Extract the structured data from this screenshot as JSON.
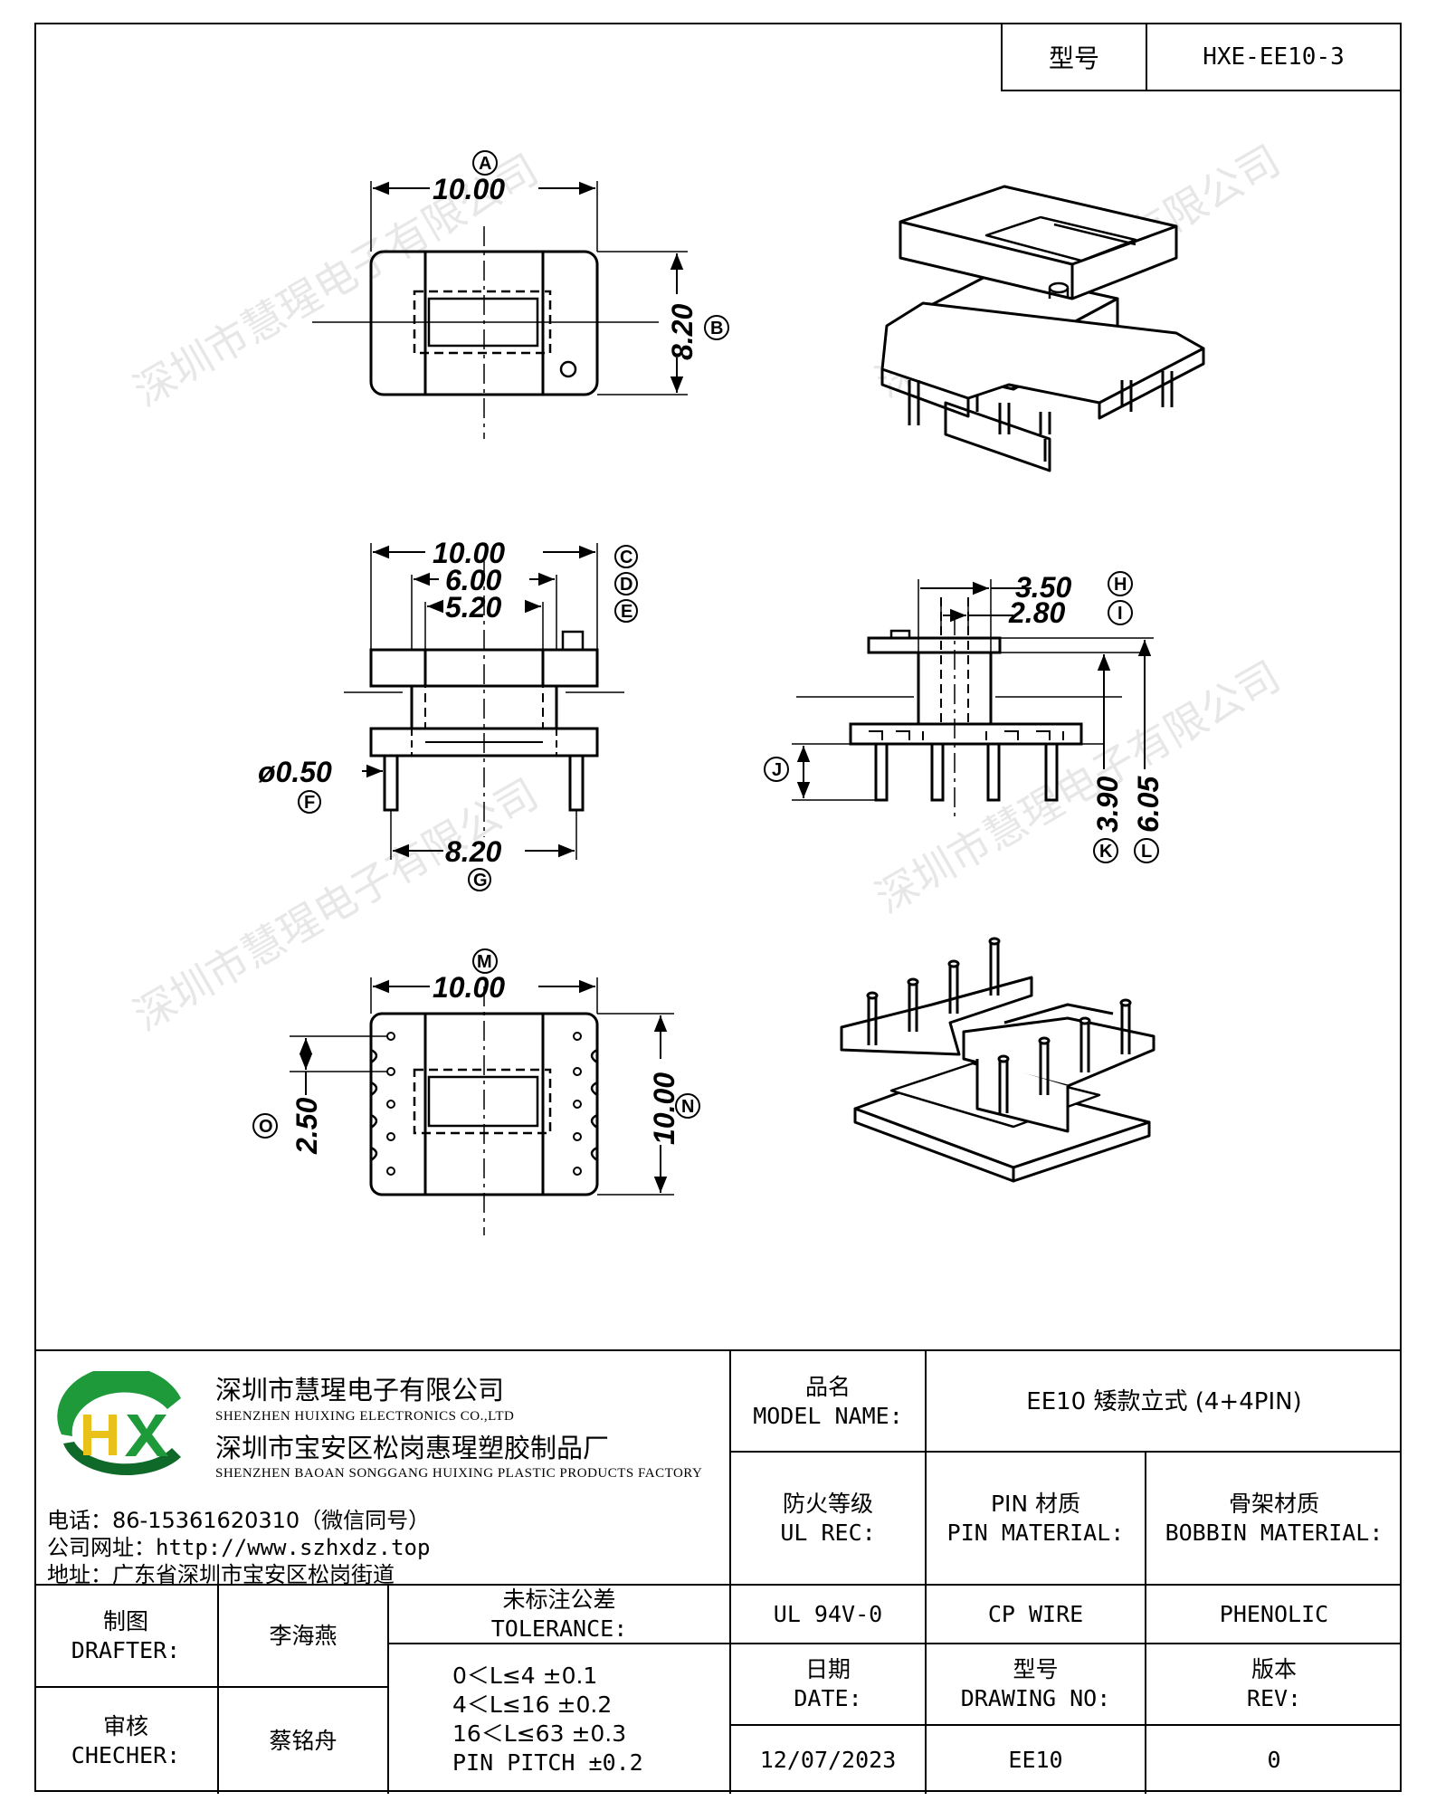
{
  "header": {
    "model_label": "型号",
    "model_value": "HXE-EE10-3"
  },
  "dimensions": {
    "top_view": {
      "A": "10.00",
      "B": "8.20"
    },
    "front_view": {
      "C": "10.00",
      "D": "6.00",
      "E": "5.20",
      "F": "ø0.50",
      "G": "8.20"
    },
    "side_view": {
      "H": "3.50",
      "I": "2.80",
      "J": "",
      "K": "3.90",
      "L": "6.05"
    },
    "bottom_view": {
      "M": "10.00",
      "N": "10.00",
      "O": "2.50"
    }
  },
  "callouts": [
    "A",
    "B",
    "C",
    "D",
    "E",
    "F",
    "G",
    "H",
    "I",
    "J",
    "K",
    "L",
    "M",
    "N",
    "O"
  ],
  "watermark": "深圳市慧瑆电子有限公司",
  "company": {
    "name_cn": "深圳市慧瑆电子有限公司",
    "name_en": "SHENZHEN HUIXING ELECTRONICS CO.,LTD",
    "factory_cn": "深圳市宝安区松岗惠瑆塑胶制品厂",
    "factory_en": "SHENZHEN BAOAN SONGGANG HUIXING PLASTIC PRODUCTS FACTORY",
    "phone": "电话：86-15361620310（微信同号）",
    "website": "公司网址：http://www.szhxdz.top",
    "address": "地址：广东省深圳市宝安区松岗街道",
    "logo_text": "HX",
    "logo_colors": {
      "green": "#1e9a3a",
      "yellow": "#e8c21a",
      "dark_green": "#0f6a2a"
    }
  },
  "title_block": {
    "model_name_cn": "品名",
    "model_name_en": "MODEL NAME:",
    "model_name_value": "EE10 矮款立式 (4+4PIN)",
    "ul_cn": "防火等级",
    "ul_en": "UL REC:",
    "pin_material_cn": "PIN 材质",
    "pin_material_en": "PIN MATERIAL:",
    "bobbin_material_cn": "骨架材质",
    "bobbin_material_en": "BOBBIN MATERIAL:",
    "drafter_cn": "制图",
    "drafter_en": "DRAFTER:",
    "drafter_name": "李海燕",
    "checker_cn": "审核",
    "checker_en": "CHECHER:",
    "checker_name": "蔡铭舟",
    "tolerance_cn": "未标注公差",
    "tolerance_en": "TOLERANCE:",
    "tolerance_lines": [
      "0＜L≤4   ±0.1",
      "4＜L≤16  ±0.2",
      "16＜L≤63  ±0.3",
      "PIN PITCH  ±0.2"
    ],
    "ul_value": "UL 94V-0",
    "pin_material_value": "CP WIRE",
    "bobbin_material_value": "PHENOLIC",
    "date_cn": "日期",
    "date_en": "DATE:",
    "drawing_no_cn": "型号",
    "drawing_no_en": "DRAWING NO:",
    "rev_cn": "版本",
    "rev_en": "REV:",
    "date_value": "12/07/2023",
    "drawing_no_value": "EE10",
    "rev_value": "0"
  }
}
